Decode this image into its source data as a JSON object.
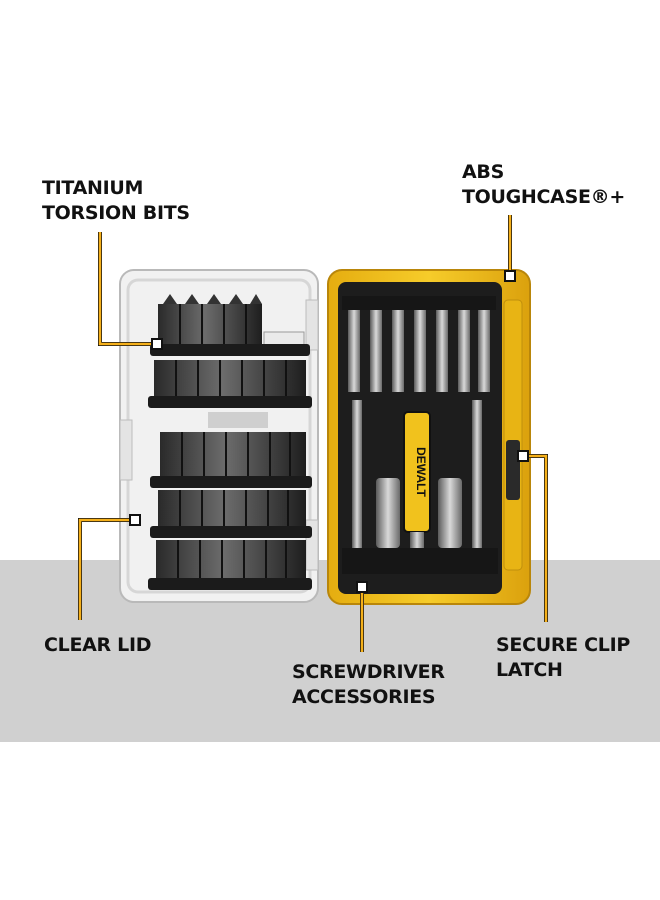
{
  "callouts": {
    "titanium": {
      "line1": "TITANIUM",
      "line2": "TORSION BITS"
    },
    "abs": {
      "line1": "ABS",
      "line2": "TOUGHCASE®+"
    },
    "clear_lid": {
      "line1": "CLEAR LID"
    },
    "screwdriver": {
      "line1": "SCREWDRIVER",
      "line2": "ACCESSORIES"
    },
    "secure_clip": {
      "line1": "SECURE CLIP",
      "line2": "LATCH"
    }
  },
  "product": {
    "brand_logo": "DEWALT"
  },
  "colors": {
    "callout_line": "#f5b01a",
    "case_yellow": "#f2c31b",
    "tray_black": "#1d1d1d",
    "background_band": "#d0d0d0"
  }
}
